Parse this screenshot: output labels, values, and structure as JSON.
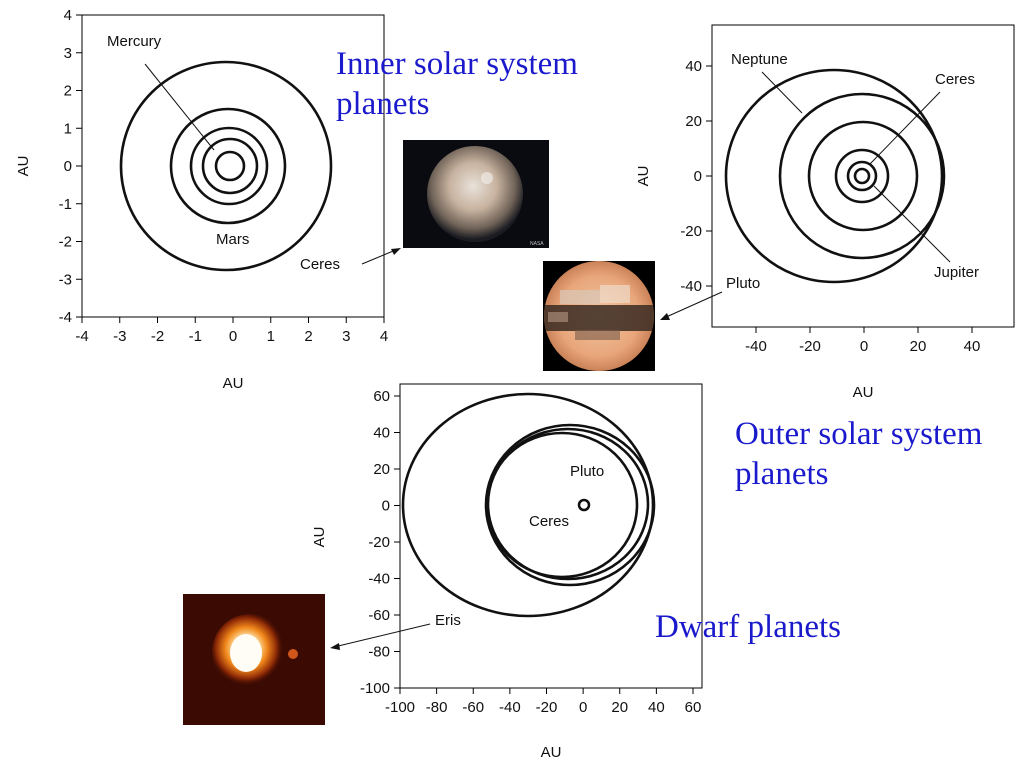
{
  "captions": {
    "inner": [
      "Inner solar system",
      "planets"
    ],
    "outer": [
      "Outer solar system",
      "planets"
    ],
    "dwarf": [
      "Dwarf planets"
    ]
  },
  "plots": {
    "inner": {
      "xticks": [
        "-4",
        "-3",
        "-2",
        "-1",
        "0",
        "1",
        "2",
        "3",
        "4"
      ],
      "yticks": [
        "4",
        "3",
        "2",
        "1",
        "0",
        "-1",
        "-2",
        "-3",
        "-4"
      ],
      "xlabel": "AU",
      "ylabel": "AU",
      "labels": {
        "mercury": "Mercury",
        "mars": "Mars"
      }
    },
    "outer": {
      "xticks": [
        "-40",
        "-20",
        "0",
        "20",
        "40"
      ],
      "yticks": [
        "40",
        "20",
        "0",
        "-20",
        "-40"
      ],
      "xlabel": "AU",
      "ylabel": "AU",
      "labels": {
        "neptune": "Neptune",
        "ceres": "Ceres",
        "jupiter": "Jupiter"
      }
    },
    "dwarf": {
      "xticks": [
        "-100",
        "-80",
        "-60",
        "-40",
        "-20",
        "0",
        "20",
        "40",
        "60"
      ],
      "yticks": [
        "60",
        "40",
        "20",
        "0",
        "-20",
        "-40",
        "-60",
        "-80",
        "-100"
      ],
      "xlabel": "AU",
      "ylabel": "AU",
      "labels": {
        "pluto": "Pluto",
        "ceres": "Ceres"
      }
    }
  },
  "photo_labels": {
    "ceres": "Ceres",
    "pluto": "Pluto",
    "eris": "Eris"
  },
  "photo_credit": "NASA",
  "colors": {
    "caption": "#1a1acc",
    "orbit": "#111111"
  }
}
